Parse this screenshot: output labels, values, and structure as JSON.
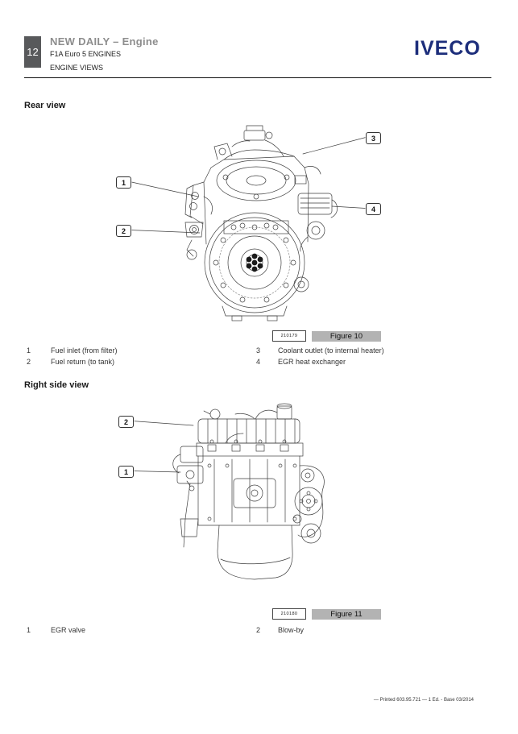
{
  "header": {
    "page_number": "12",
    "title": "NEW DAILY – Engine",
    "subtitle1": "F1A Euro 5 ENGINES",
    "subtitle2": "ENGINE VIEWS",
    "logo_text": "IVECO"
  },
  "colors": {
    "logo_blue": "#1d2e7b",
    "figure_bar_gray": "#b3b3b3",
    "page_number_bg": "#58595b"
  },
  "figure1": {
    "section_title": "Rear view",
    "code": "210179",
    "label": "Figure 10",
    "callouts": {
      "c1": "1",
      "c2": "2",
      "c3": "3",
      "c4": "4"
    },
    "legend": [
      {
        "num": "1",
        "text": "Fuel inlet (from filter)"
      },
      {
        "num": "2",
        "text": "Fuel return (to tank)"
      },
      {
        "num": "3",
        "text": "Coolant outlet (to internal heater)"
      },
      {
        "num": "4",
        "text": "EGR heat exchanger"
      }
    ]
  },
  "figure2": {
    "section_title": "Right side view",
    "code": "210180",
    "label": "Figure 11",
    "callouts": {
      "c1": "1",
      "c2": "2"
    },
    "legend": [
      {
        "num": "1",
        "text": "EGR valve"
      },
      {
        "num": "2",
        "text": "Blow-by"
      }
    ]
  },
  "footer": {
    "text": "— Printed 603.95.721 — 1 Ed. - Base 03/2014"
  }
}
